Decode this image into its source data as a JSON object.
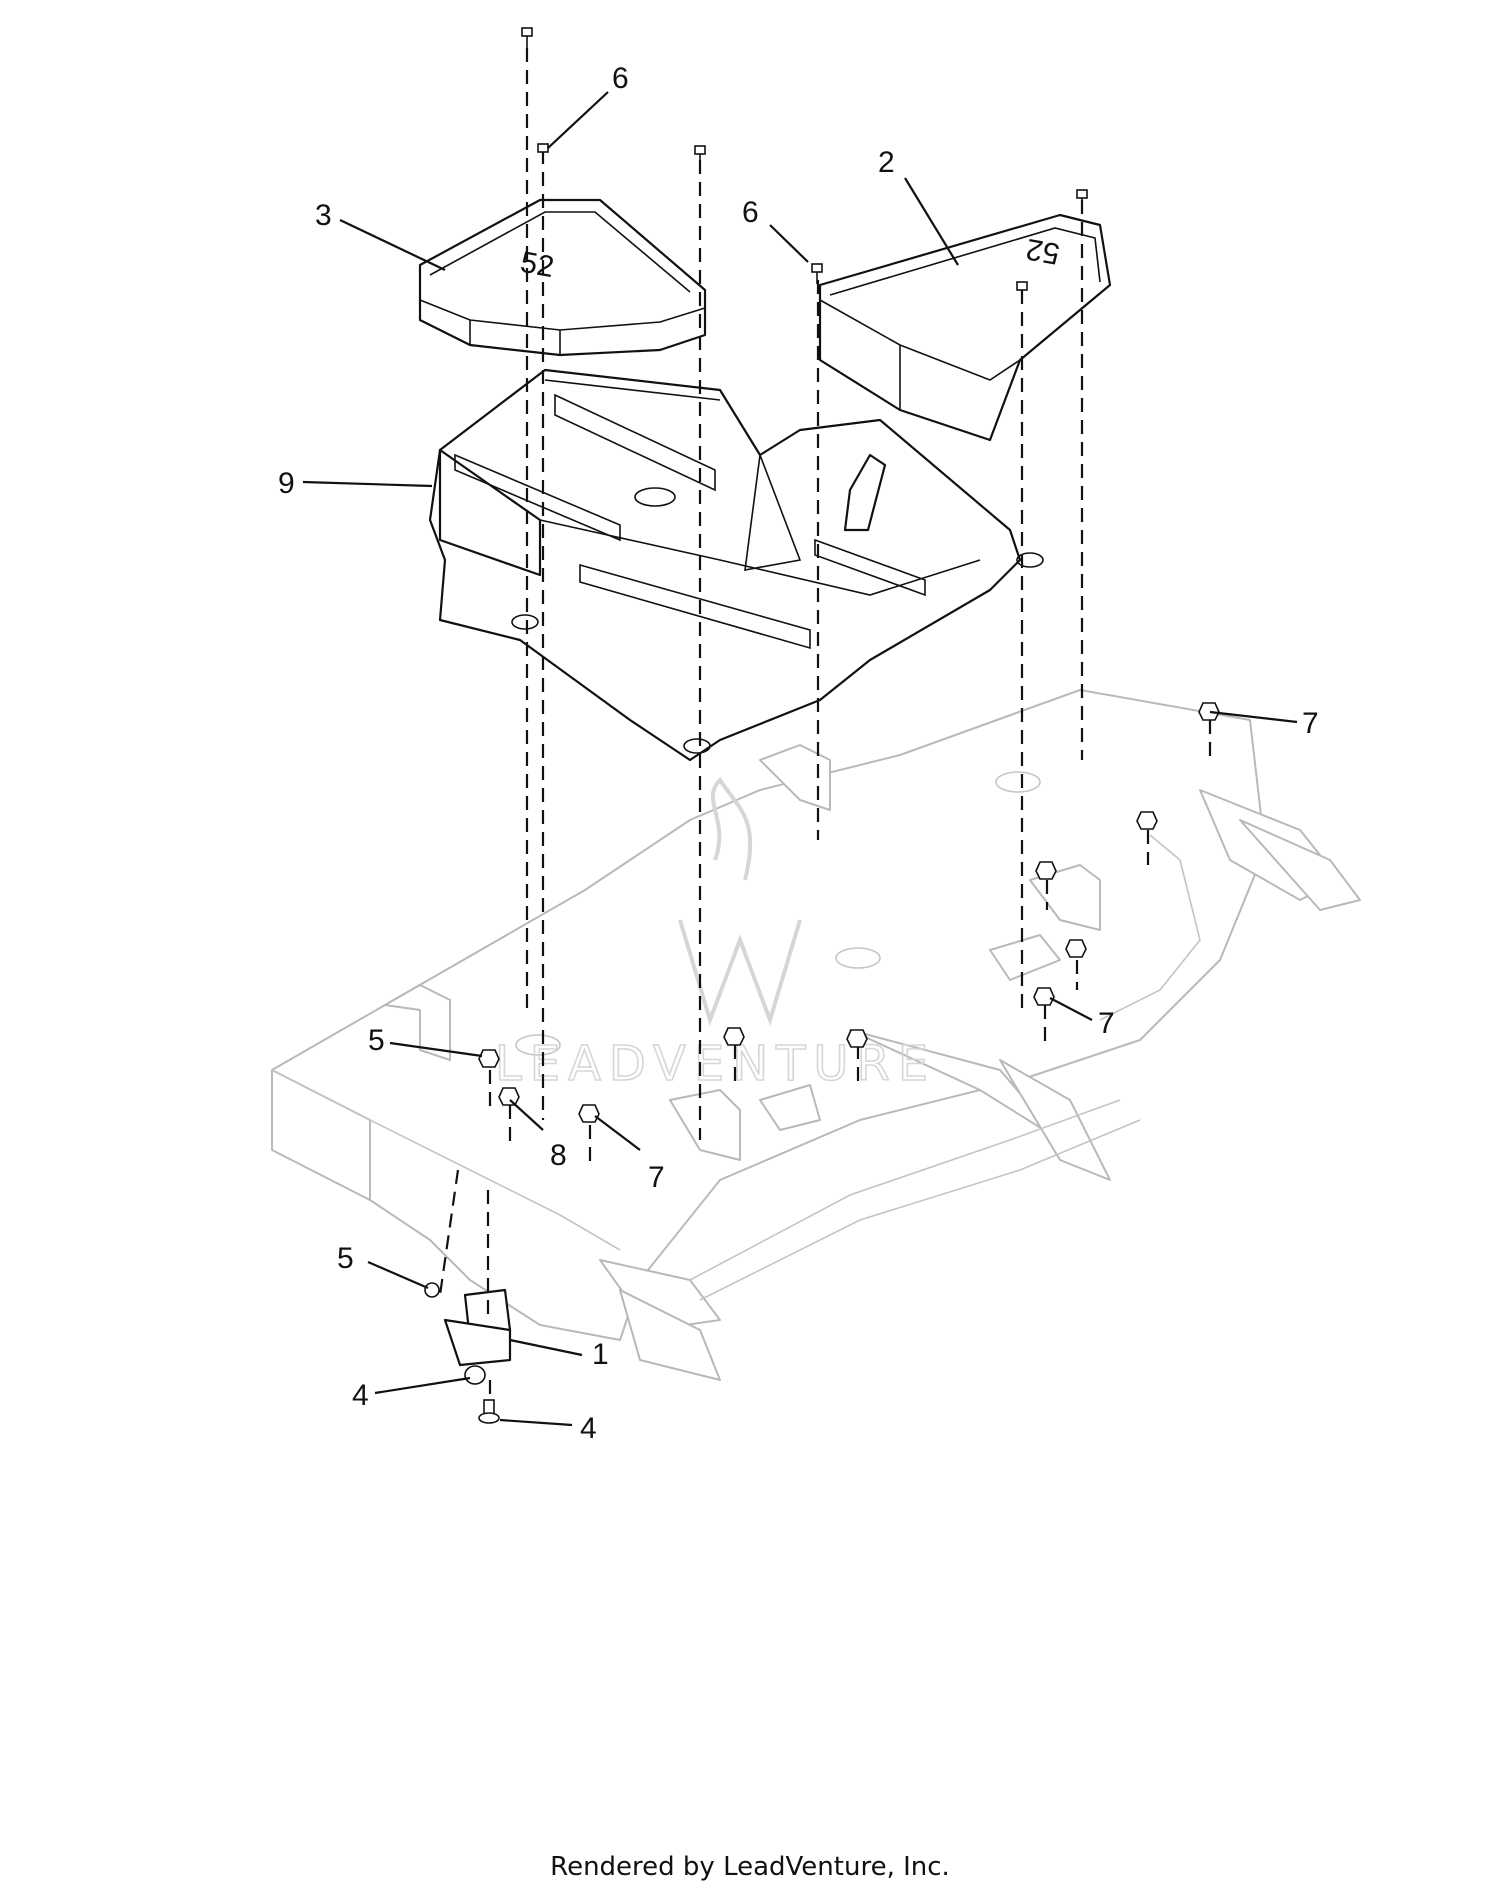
{
  "callouts": {
    "c1": "1",
    "c2": "2",
    "c3": "3",
    "c4a": "4",
    "c4b": "4",
    "c5a": "5",
    "c5b": "5",
    "c6a": "6",
    "c6b": "6",
    "c7a": "7",
    "c7b": "7",
    "c7c": "7",
    "c8": "8",
    "c9": "9"
  },
  "cover_marking": {
    "left": "52",
    "right": "52"
  },
  "watermark": {
    "text": "LEADVENTURE"
  },
  "footer": {
    "text": "Rendered by LeadVenture, Inc."
  }
}
